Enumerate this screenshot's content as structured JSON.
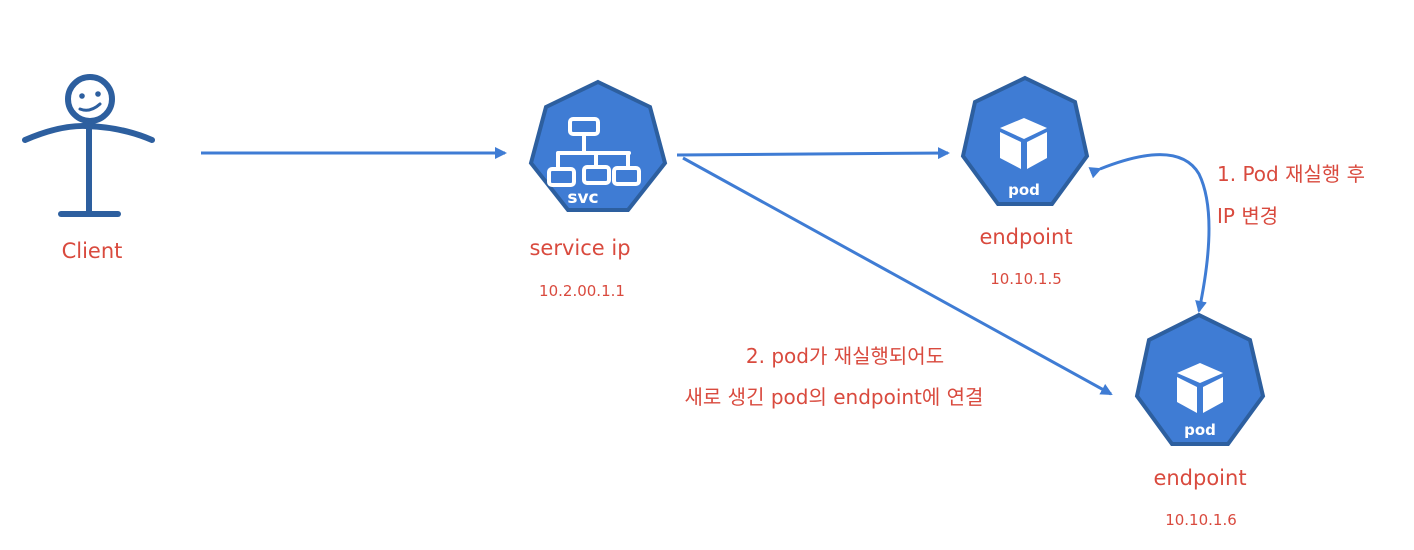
{
  "diagram": {
    "client": {
      "label": "Client"
    },
    "service": {
      "icon_text": "svc",
      "label": "service ip",
      "ip": "10.2.00.1.1"
    },
    "endpoint_top": {
      "icon_text": "pod",
      "label": "endpoint",
      "ip": "10.10.1.5"
    },
    "endpoint_bottom": {
      "icon_text": "pod",
      "label": "endpoint",
      "ip": "10.10.1.6"
    },
    "notes": {
      "pod_restart_line1": "1. Pod 재실행 후",
      "pod_restart_line2": "IP 변경",
      "reconnect_line1": "2. pod가 재실행되어도",
      "reconnect_line2": "새로 생긴 pod의 endpoint에 연결"
    }
  },
  "colors": {
    "blue": "#3f7cd4",
    "stroke": "#2d5f9f",
    "red": "#d94a3e",
    "background": "#ffffff"
  }
}
